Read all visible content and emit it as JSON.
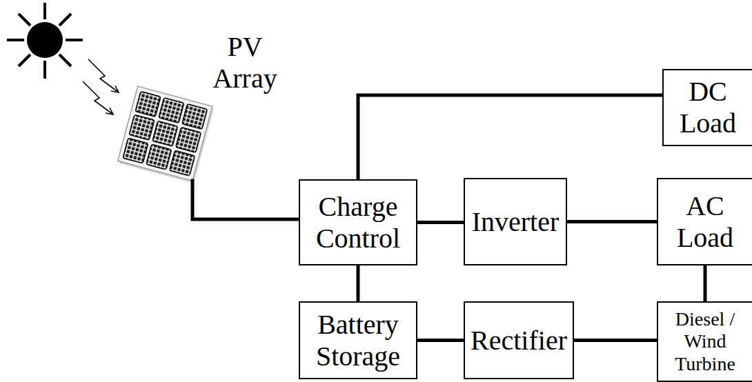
{
  "diagram": {
    "nodes": [
      {
        "text": [
          "PV Array"
        ]
      },
      {
        "text": [
          "DC Load"
        ]
      },
      {
        "text": [
          "Charge Control"
        ]
      },
      {
        "text": [
          "Inverter"
        ]
      },
      {
        "text": [
          "AC Load"
        ]
      },
      {
        "text": [
          "Battery Storage"
        ]
      },
      {
        "text": [
          "Rectifier"
        ]
      },
      {
        "text": [
          "Diesel / Wind Turbine"
        ]
      }
    ],
    "edges": [
      {
        "from": 0,
        "to": 2,
        "arrow": "none"
      },
      {
        "from": 2,
        "to": 1,
        "arrow": "none"
      },
      {
        "from": 2,
        "to": 3,
        "arrow": "none"
      },
      {
        "from": 3,
        "to": 4,
        "arrow": "none"
      },
      {
        "from": 2,
        "to": 5,
        "arrow": "none"
      },
      {
        "from": 5,
        "to": 6,
        "arrow": "none"
      },
      {
        "from": 6,
        "to": 7,
        "arrow": "none"
      },
      {
        "from": 7,
        "to": 4,
        "arrow": "none"
      }
    ]
  }
}
